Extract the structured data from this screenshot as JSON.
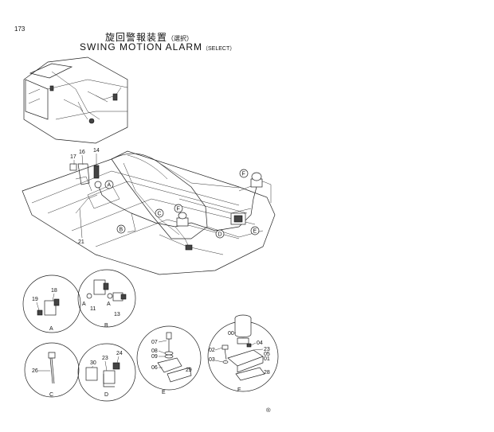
{
  "header": {
    "page_number": "173",
    "title_jp": "旋回警報装置",
    "title_jp_note": "（選択）",
    "title_en": "SWING MOTION ALARM",
    "title_en_note": "（SELECT）"
  },
  "callouts": {
    "p14": "14",
    "p16": "16",
    "p17": "17",
    "p21": "21",
    "A": "A",
    "B": "B",
    "C": "C",
    "D": "D",
    "E": "E",
    "F1": "F",
    "F2": "F"
  },
  "details": {
    "A": {
      "label": "A",
      "parts": [
        "18",
        "19"
      ]
    },
    "B": {
      "label": "B",
      "parts": [
        "11",
        "13"
      ],
      "sub": [
        "A",
        "A"
      ]
    },
    "C": {
      "label": "C",
      "parts": [
        "26"
      ]
    },
    "D": {
      "label": "D",
      "parts": [
        "23",
        "24",
        "30"
      ]
    },
    "E": {
      "label": "E",
      "parts": [
        "07",
        "08",
        "09",
        "06",
        "29"
      ]
    },
    "F": {
      "label": "F",
      "parts": [
        "00",
        "04",
        "23",
        "02",
        "05",
        "01",
        "03",
        "28"
      ]
    }
  },
  "footer_mark": "®"
}
